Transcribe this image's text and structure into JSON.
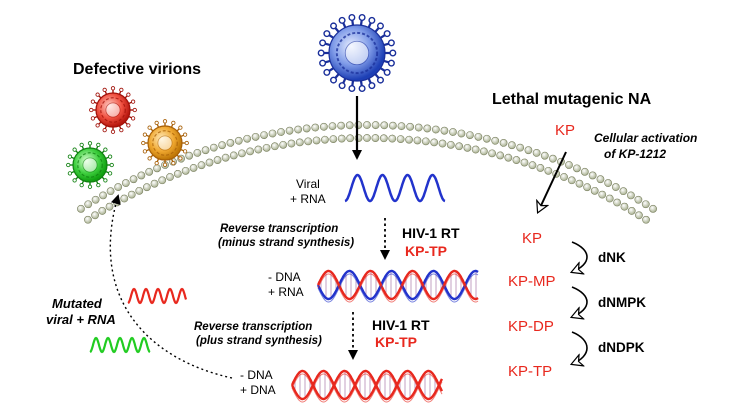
{
  "labels": {
    "defective_virions": "Defective virions",
    "lethal_mutagenic": "Lethal mutagenic NA",
    "viral_rna_1": "Viral",
    "viral_rna_2": "+ RNA",
    "rt1_line1": "Reverse transcription",
    "rt1_line2": "(minus strand synthesis)",
    "hiv1_rt_1": "HIV-1 RT",
    "kptp_1": "KP-TP",
    "hybrid_1": "- DNA",
    "hybrid_2": "+ RNA",
    "rt2_line1": "Reverse transcription",
    "rt2_line2": "(plus strand synthesis)",
    "hiv1_rt_2": "HIV-1 RT",
    "kptp_2": "KP-TP",
    "dsdna_1": "- DNA",
    "dsdna_2": "+ DNA",
    "mutated_1": "Mutated",
    "mutated_2": "viral + RNA",
    "cellular_1": "Cellular activation",
    "cellular_2": "of KP-1212",
    "kp": "KP",
    "kp_path": [
      "KP",
      "KP-MP",
      "KP-DP",
      "KP-TP"
    ],
    "enzymes": [
      "dNK",
      "dNMPK",
      "dNDPK"
    ]
  },
  "colors": {
    "red": "#e8281e",
    "blue": "#2233cc",
    "green": "#22cc22",
    "virion_blue": "#2b50c8",
    "membrane": "#c8d0b0"
  }
}
